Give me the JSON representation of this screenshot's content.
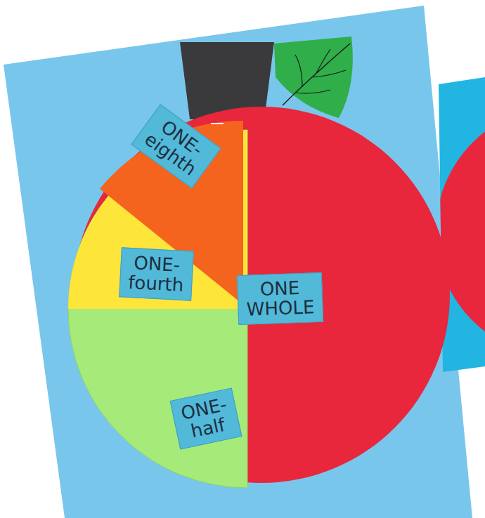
{
  "diagram": {
    "nodes": [
      {
        "text": [
          "ONE- eighth"
        ]
      },
      {
        "text": [
          "ONE- fourth"
        ]
      },
      {
        "text": [
          "ONE WHOLE"
        ]
      },
      {
        "text": [
          "ONE- half"
        ]
      }
    ]
  }
}
